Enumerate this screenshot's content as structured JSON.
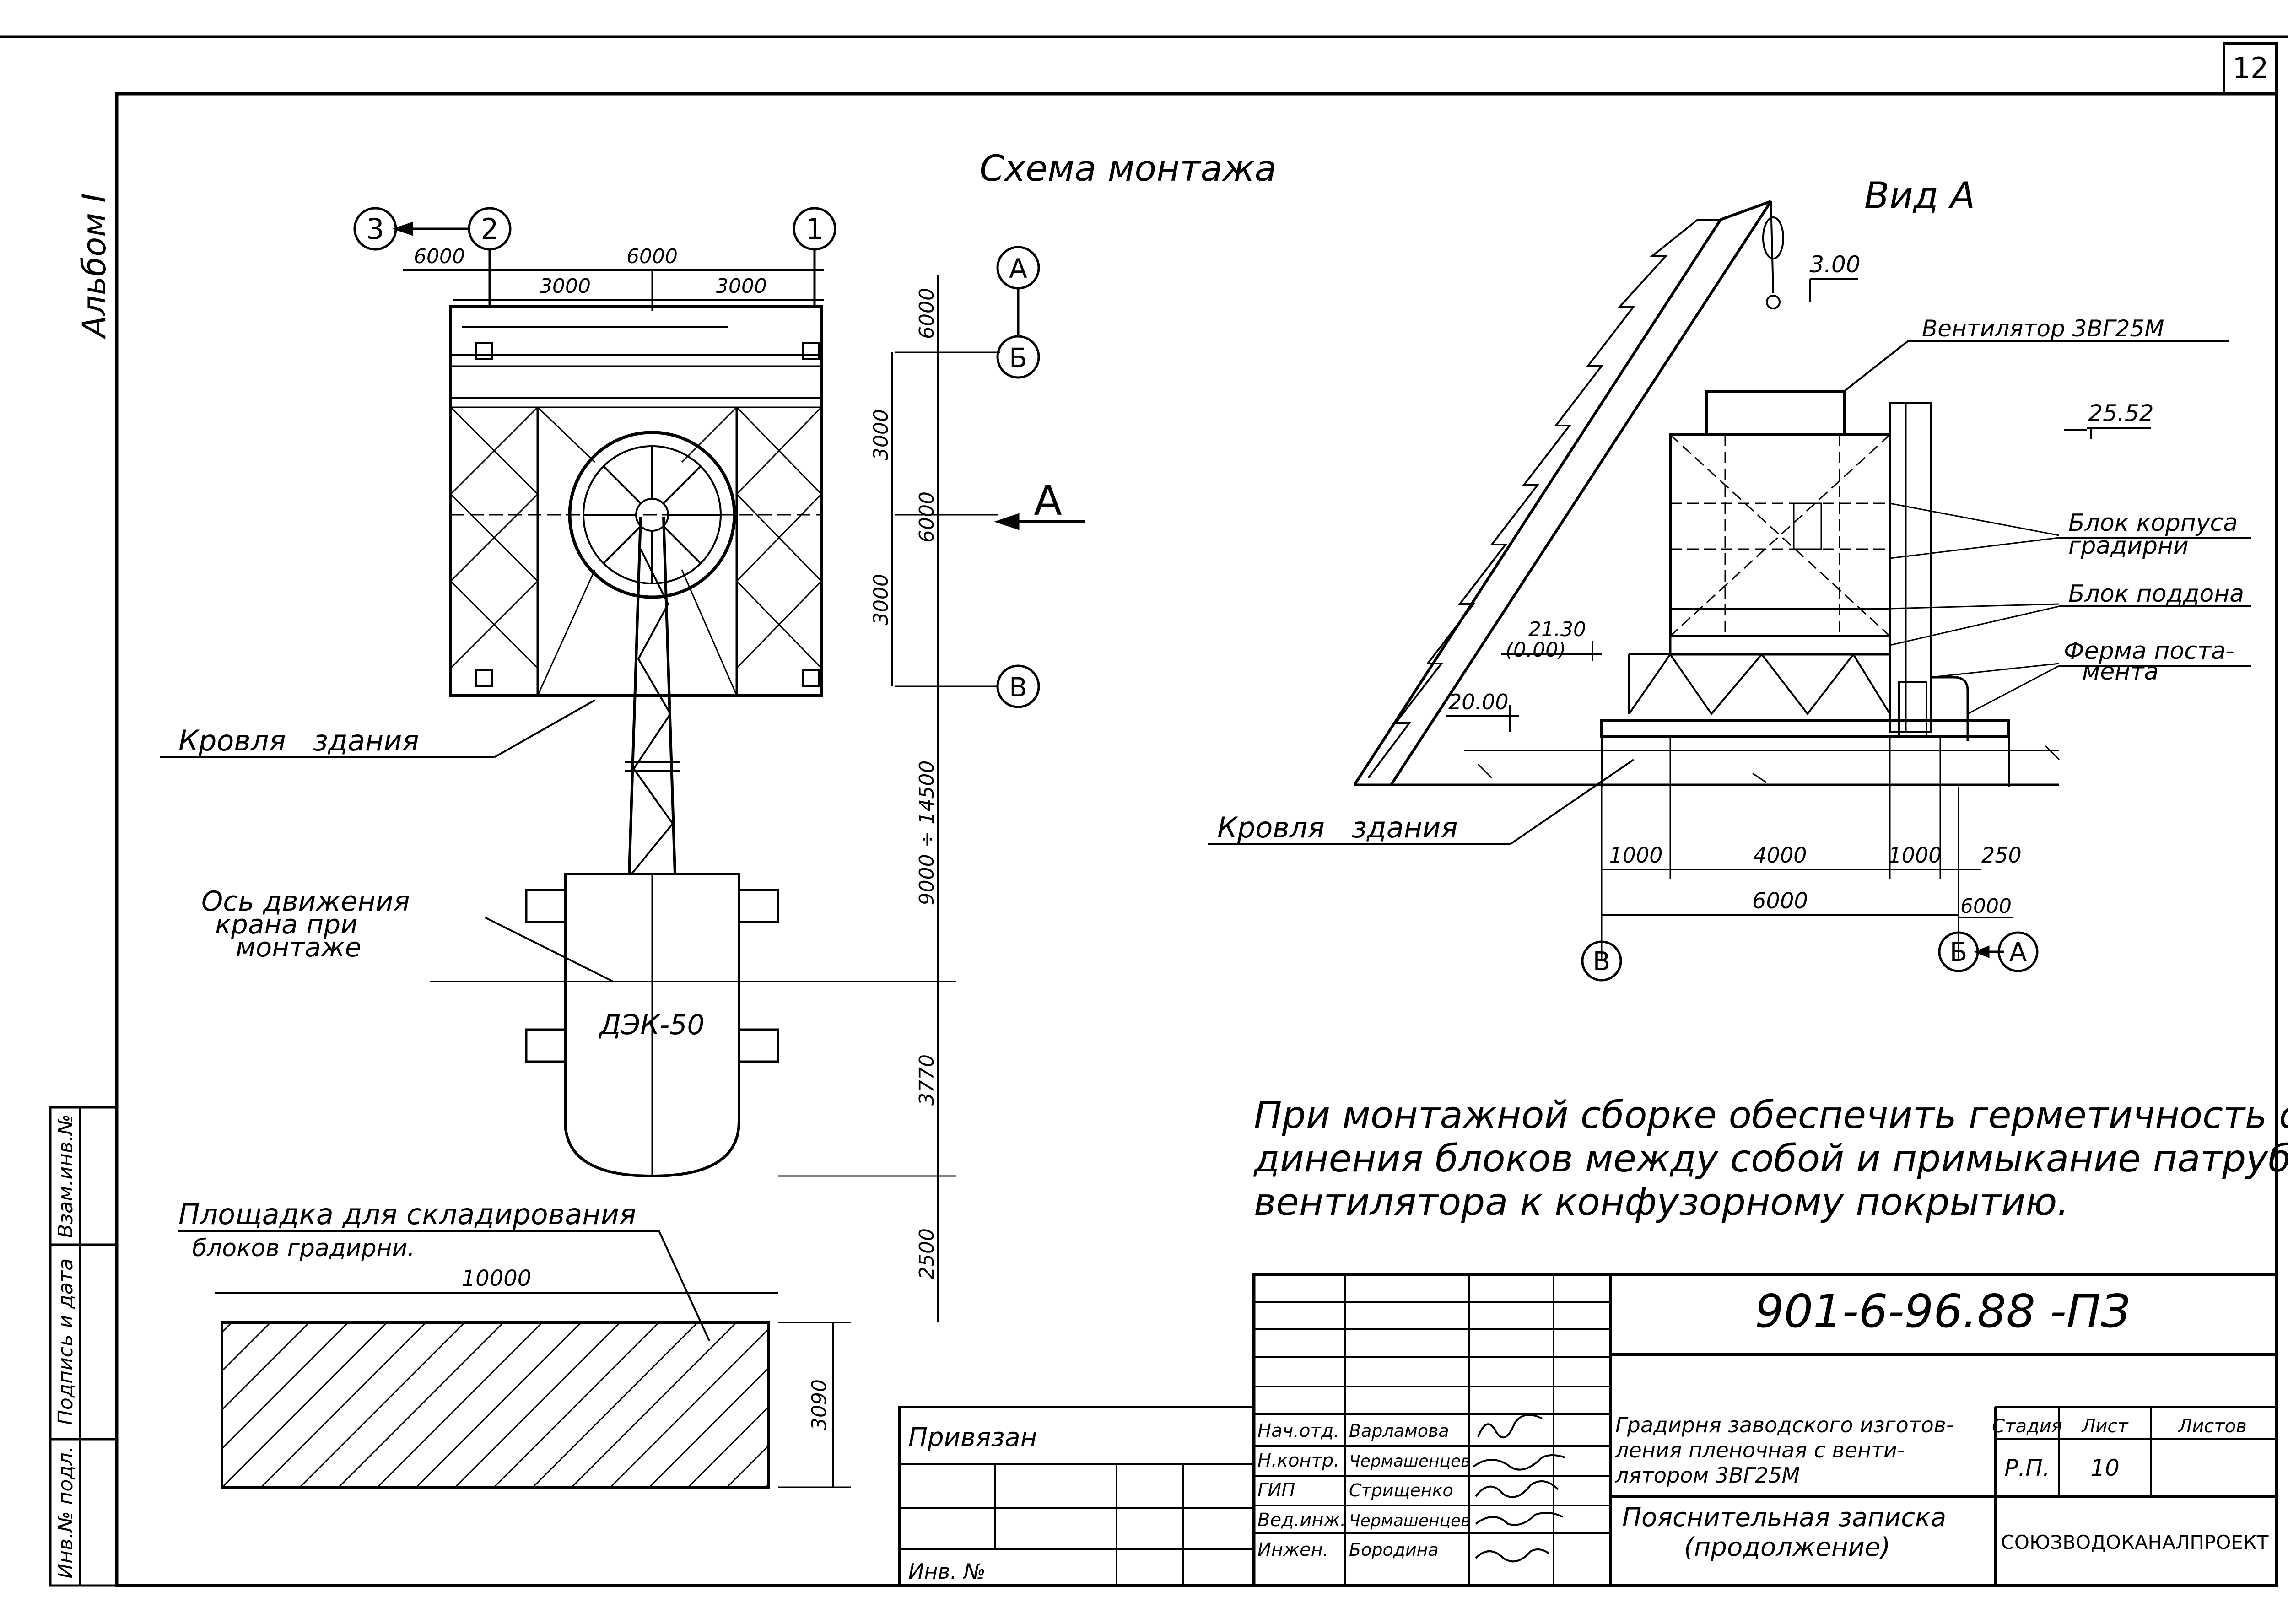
{
  "sheet": {
    "page_number": "12",
    "album": "Альбом I",
    "title": "Схема монтажа",
    "view_title": "Вид А"
  },
  "plan": {
    "axis_1": "1",
    "axis_2": "2",
    "axis_3": "3",
    "axis_A": "А",
    "axis_B": "Б",
    "axis_V": "В",
    "dim_6000_left": "6000",
    "dim_6000_top": "6000",
    "dim_3000_a": "3000",
    "dim_3000_b": "3000",
    "dim_v_6000_top": "6000",
    "dim_v_3000_a": "3000",
    "dim_v_6000_mid": "6000",
    "dim_v_3000_b": "3000",
    "dim_v_9000_14500": "9000 ÷ 14500",
    "dim_v_3770": "3770",
    "dim_v_2500": "2500",
    "dim_h_10000": "10000",
    "dim_v_3090": "3090",
    "section_mark": "А",
    "roof_label": "Кровля   здания",
    "crane_axis_label_1": "Ось движения",
    "crane_axis_label_2": "крана при",
    "crane_axis_label_3": "монтаже",
    "crane_name": "ДЭК-50",
    "storage_label_1": "Площадка для складирования",
    "storage_label_2": "блоков градирни."
  },
  "view": {
    "elev_hook": "3.00",
    "elev_fan": "25.52",
    "elev_2130": "21.30",
    "elev_000": "(0.00)",
    "elev_2000": "20.00",
    "fan_label": "Вентилятор 3ВГ25М",
    "block_body_1": "Блок корпуса",
    "block_body_2": "градирни",
    "block_tray": "Блок поддона",
    "truss_1": "Ферма поста-",
    "truss_2": "мента",
    "roof_label": "Кровля   здания",
    "dim_1000_a": "1000",
    "dim_4000": "4000",
    "dim_1000_b": "1000",
    "dim_250": "250",
    "dim_6000": "6000",
    "dim_6000_b": "6000",
    "axis_V": "В",
    "axis_B": "Б",
    "axis_A": "А"
  },
  "note": {
    "line_1": "При монтажной сборке обеспечить герметичность сое-",
    "line_2": "динения блоков между собой и примыкание патрубка",
    "line_3": "вентилятора к конфузорному покрытию."
  },
  "stamp": {
    "code": "901-6-96.88 -ПЗ",
    "project_1": "Градирня заводского изготов-",
    "project_2": "ления пленочная с венти-",
    "project_3": "лятором 3ВГ25М",
    "doc_1": "Пояснительная записка",
    "doc_2": "(продолжение)",
    "col_stage": "Стадия",
    "col_sheet": "Лист",
    "col_sheets": "Листов",
    "stage": "Р.П.",
    "sheet": "10",
    "org": "СОЮЗВОДОКАНАЛПРОЕКТ",
    "bound": "Привязан",
    "inv": "Инв. №",
    "roles": [
      "Нач.отд.",
      "Н.контр.",
      "ГИП",
      "Вед.инж.",
      "Инжен."
    ],
    "names": [
      "Варламова",
      "Чермашенцев",
      "Стрищенко",
      "Чермашенцев",
      "Бородина"
    ]
  },
  "left_strip": {
    "inv_orig": "Инв.№ подл.",
    "sign_date": "Подпись и дата",
    "replace_inv": "Взам.инв.№"
  }
}
